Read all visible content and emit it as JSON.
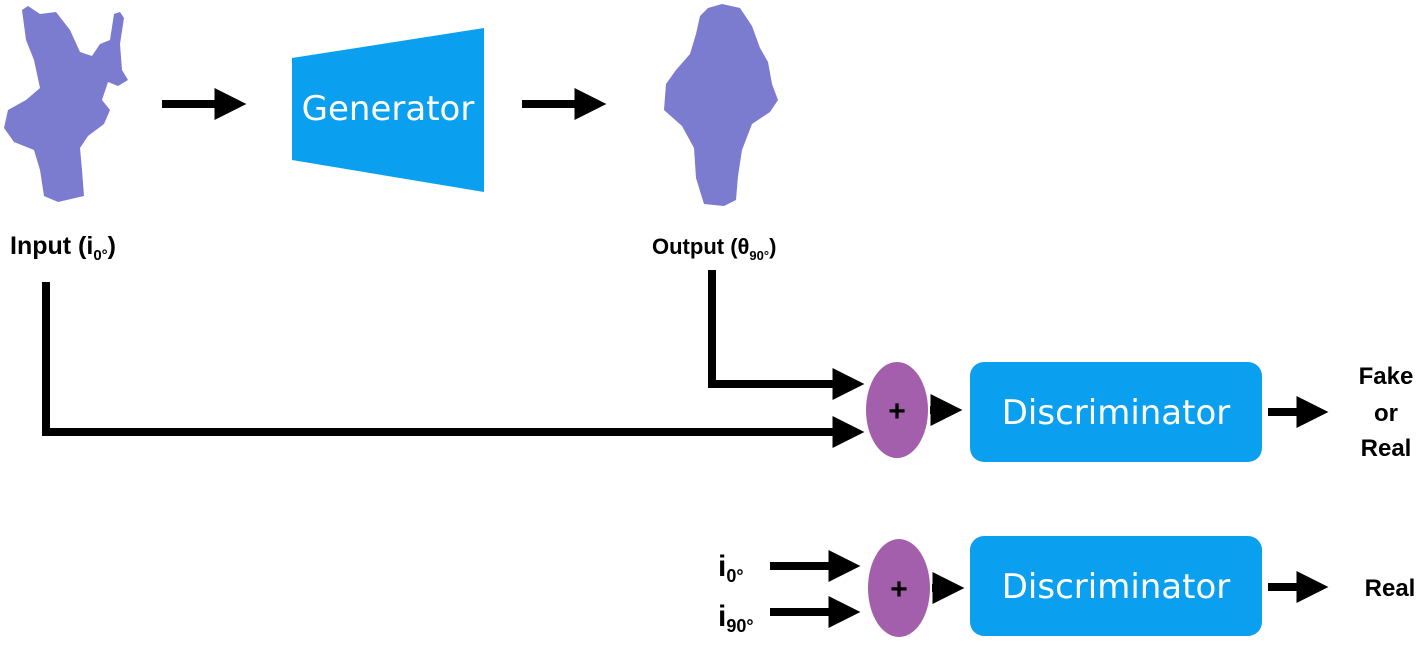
{
  "generator": {
    "label": "Generator"
  },
  "input_label": {
    "main": "Input (i",
    "sub": "0°",
    "close": ")"
  },
  "output_label": {
    "main": "Output  (θ",
    "sub": "90°",
    "close": ")"
  },
  "discriminator_top": {
    "label": "Discriminator",
    "sum_symbol": "+"
  },
  "discriminator_bottom": {
    "label": "Discriminator",
    "sum_symbol": "+"
  },
  "result_top": [
    "Fake",
    "or",
    "Real"
  ],
  "result_bottom": "Real",
  "real_inputs": [
    {
      "main": "i",
      "sub": "0°"
    },
    {
      "main": "i",
      "sub": "90°"
    }
  ],
  "colors": {
    "box": "#0aa0ef",
    "bone": "#7b7bcf",
    "sum_node": "#a45fac",
    "arrow": "#000000"
  }
}
